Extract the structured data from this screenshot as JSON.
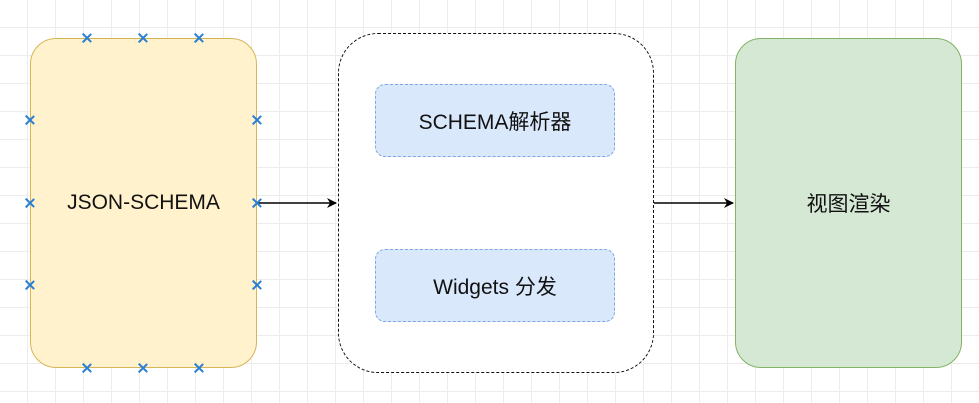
{
  "diagram": {
    "nodes": {
      "json_schema": {
        "label": "JSON-SCHEMA",
        "fill": "#fff2cc",
        "stroke": "#d6b656"
      },
      "group": {
        "label": "",
        "stroke": "#000000"
      },
      "schema_parser": {
        "label": "SCHEMA解析器",
        "fill": "#dae8fc",
        "stroke": "#7ea6e0"
      },
      "widgets_dispatch": {
        "label": "Widgets 分发",
        "fill": "#dae8fc",
        "stroke": "#7ea6e0"
      },
      "view_render": {
        "label": "视图渲染",
        "fill": "#d5e8d4",
        "stroke": "#82b366"
      }
    },
    "edges": [
      {
        "from": "json_schema",
        "to": "group"
      },
      {
        "from": "group",
        "to": "view_render"
      }
    ],
    "selected_node": "json_schema",
    "connection_point_icon": "x-cross-icon",
    "connection_point_color": "#2a7fd4"
  }
}
